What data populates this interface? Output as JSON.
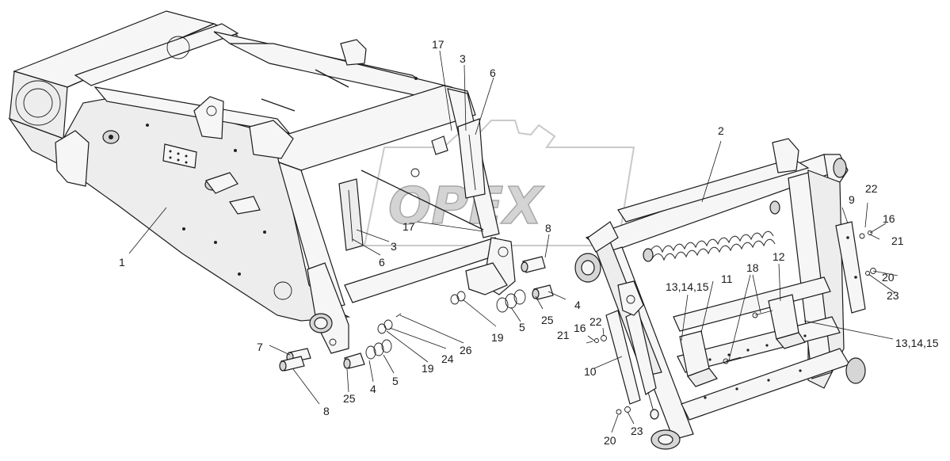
{
  "diagram": {
    "watermark": "OPEX",
    "callouts": {
      "c1": "1",
      "c2": "2",
      "c3_top": "3",
      "c3_mid": "3",
      "c4_left": "4",
      "c4_right": "4",
      "c5_left": "5",
      "c5_right": "5",
      "c6_top": "6",
      "c6_mid": "6",
      "c7": "7",
      "c8_left": "8",
      "c8_right": "8",
      "c9": "9",
      "c10": "10",
      "c11": "11",
      "c12": "12",
      "c13_left": "13,14,15",
      "c13_right": "13,14,15",
      "c16_left": "16",
      "c16_right": "16",
      "c17_top": "17",
      "c17_mid": "17",
      "c18": "18",
      "c19_left": "19",
      "c19_right": "19",
      "c20_right": "20",
      "c20_bottom": "20",
      "c21_left": "21",
      "c21_right": "21",
      "c22_left": "22",
      "c22_right": "22",
      "c23_right": "23",
      "c23_bottom": "23",
      "c24": "24",
      "c25_left": "25",
      "c25_right": "25",
      "c26": "26"
    }
  }
}
